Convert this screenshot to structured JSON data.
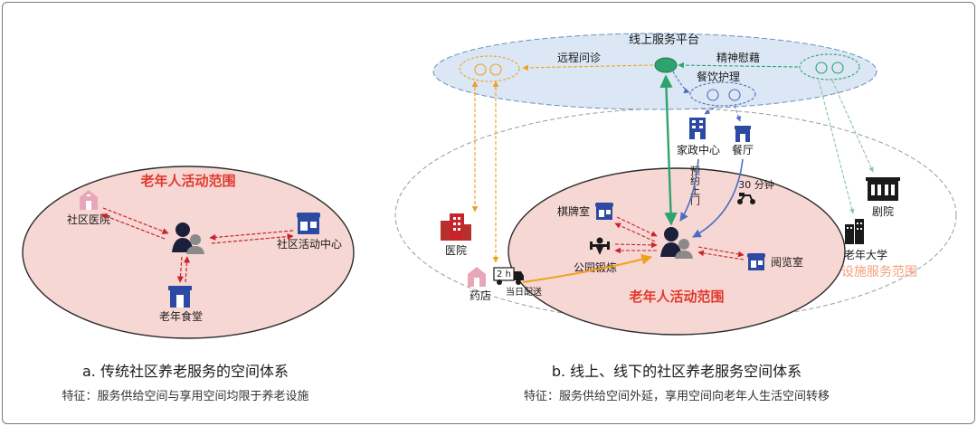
{
  "colors": {
    "activity_fill": "#f7d7d3",
    "activity_stroke": "#2b2b2b",
    "activity_title": "#e03a2f",
    "facility_title": "#f2a07a",
    "online_fill": "#dbe7f4",
    "online_stroke": "#6d8fc0",
    "arrow_red": "#c8232b",
    "arrow_green": "#2fa36f",
    "arrow_orange": "#f0a020",
    "arrow_blue": "#4a6fc2",
    "icon_blue": "#2c4aa3",
    "icon_pink": "#e9a6b8"
  },
  "left": {
    "activity_title": "老年人活动范围",
    "hospital": "社区医院",
    "center": "社区活动中心",
    "canteen": "老年食堂",
    "caption_title": "a. 传统社区养老服务的空间体系",
    "caption_sub": "特征：服务供给空间与享用空间均限于养老设施"
  },
  "right": {
    "online_platform": "线上服务平台",
    "remote_diagnosis": "远程问诊",
    "spiritual_comfort": "精神慰藉",
    "meal_care": "餐饮护理",
    "housekeeping": "家政中心",
    "restaurant": "餐厅",
    "appointment": "预约上门",
    "thirty_min": "30 分钟",
    "chess_room": "棋牌室",
    "park_exercise": "公园锻炼",
    "reading_room": "阅览室",
    "hospital": "医院",
    "pharmacy": "药店",
    "two_hours": "2 h",
    "same_day": "当日配送",
    "theater": "剧院",
    "senior_university": "老年大学",
    "facility_range": "设施服务范围",
    "activity_title": "老年人活动范围",
    "caption_title": "b. 线上、线下的社区养老服务空间体系",
    "caption_sub": "特征：服务供给空间外延，享用空间向老年人生活空间转移"
  }
}
